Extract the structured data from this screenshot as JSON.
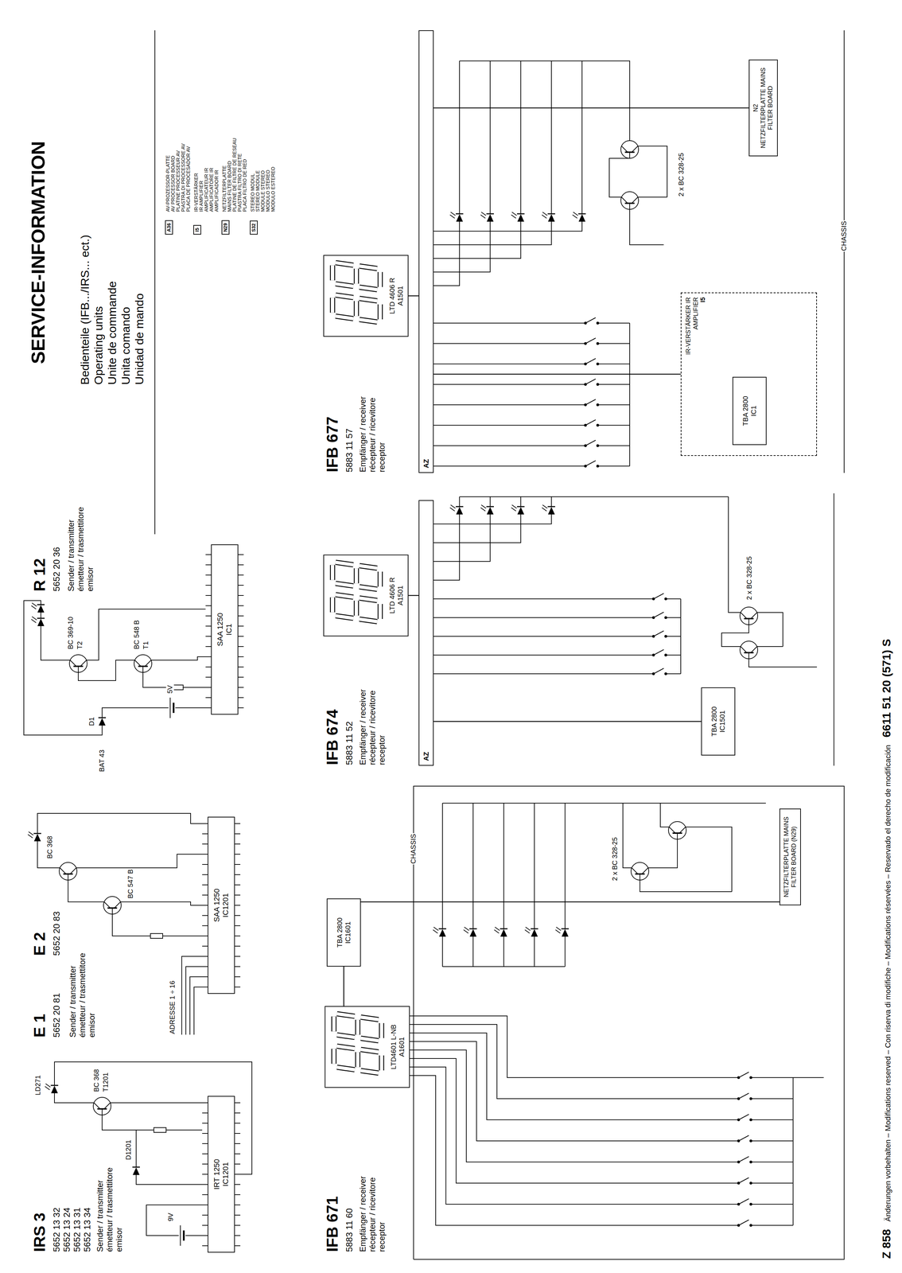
{
  "diagram": {
    "title": "SERVICE-INFORMATION",
    "nodes": [
      {
        "text": [
          "A36"
        ]
      },
      {
        "text": [
          "I5"
        ]
      },
      {
        "text": [
          "N29"
        ]
      },
      {
        "text": [
          "S32"
        ]
      },
      {
        "text": [
          "IRT 1250",
          "IC1201"
        ]
      },
      {
        "text": [
          "SAA 1250",
          "IC1201"
        ]
      },
      {
        "text": [
          "SAA 1250",
          "IC1"
        ]
      },
      {
        "text": [
          "LTD4601 L-NB",
          "A1601"
        ]
      },
      {
        "text": [
          "TBA 2800",
          "IC1601"
        ]
      },
      {
        "text": [
          "NETZFILTERPLATTE MAINS FILTER BOARD (N29)"
        ]
      },
      {
        "text": [
          "LTD 4606 R",
          "A1501"
        ]
      },
      {
        "text": [
          "AZ"
        ]
      },
      {
        "text": [
          "TBA 2800",
          "IC1501"
        ]
      },
      {
        "text": [
          "LTD 4606 R",
          "A1501"
        ]
      },
      {
        "text": [
          "AZ"
        ]
      },
      {
        "text": [
          "IR-VERSTÄRKER IR AMPLIFIER",
          "I5"
        ]
      },
      {
        "text": [
          "TBA 2800",
          "IC1"
        ],
        "in": 15
      },
      {
        "text": [
          "N2",
          "NETZFILTERPLATTE MAINS FILTER BOARD"
        ]
      }
    ],
    "edges": [
      {
        "from": 7,
        "to": 8,
        "arrow": "none"
      },
      {
        "from": 8,
        "to": 9,
        "arrow": "none"
      },
      {
        "from": 10,
        "to": 11,
        "arrow": "none"
      },
      {
        "from": 12,
        "to": 11,
        "arrow": "none"
      },
      {
        "from": 13,
        "to": 14,
        "arrow": "none"
      },
      {
        "from": 15,
        "to": 14,
        "arrow": "none"
      },
      {
        "from": 17,
        "to": 14,
        "arrow": "none"
      }
    ],
    "labels": [
      "Bedienteile (IFB.../IRS... ect.)",
      "Operating units",
      "Unite de commande",
      "Unita comando",
      "Unidad de mando",
      "AV-PROZESSOR-PLATTE",
      "AV PROCESSOR BOARD",
      "PLATINE PROCESSEUR AV",
      "PIASTRA DI PROCESSORE AV",
      "PLACA DE PROCESADOR AV",
      "IR-VERSTÄRKER",
      "IR AMPLIFIER",
      "AMPLIFICATEUR IR",
      "AMPLIFICATORE IR",
      "AMPLIFICADOR IR",
      "NETZFILTERPLATTE",
      "MAINS FILTER BOARD",
      "PLATINE DE FILTRE DE RESEAU",
      "PIASTRA FILTRO DI RETE",
      "PLACA FILTRO DE RED",
      "STEREO MODUL",
      "STEREO MODULE",
      "MODULE STEREO",
      "MODULO STEREO",
      "MODULO ESTEREO",
      "IRS 3",
      "5652 13 32",
      "5652 13 24",
      "5652 13 31",
      "5652 13 34",
      "Sender / transmitter",
      "émetteur / trasmettitore",
      "emisor",
      "9V",
      "BC 368",
      "T1201",
      "D1201",
      "LD271",
      "E 1",
      "5652 20 81",
      "E 2",
      "5652 20 83",
      "Sender / transmitter",
      "émetteur / trasmettitore",
      "emisor",
      "ADRESSE 1 ÷ 16",
      "BC 368",
      "BC 547 B",
      "R 12",
      "5652 20 36",
      "Sender / transmitter",
      "émetteur / trasmettitore",
      "emisor",
      "5V",
      "D1",
      "BAT 43",
      "BC 369-10",
      "T2",
      "BC 548 B",
      "T1",
      "IFB 671",
      "5883 11 60",
      "Empfänger / receiver",
      "récepteur / ricevitore",
      "receptor",
      "CHASSIS",
      "2 x BC 328-25",
      "IFB 674",
      "5883 11 52",
      "Empfänger / receiver",
      "récepteur / ricevitore",
      "receptor",
      "2 x BC 328-25",
      "IFB 677",
      "5883 11 57",
      "Empfänger / receiver",
      "récepteur / ricevitore",
      "receptor",
      "2 x BC 328-25",
      "CHASSIS",
      "Z 858",
      "Änderungen vorbehalten – Modifications reserved – Con riserva di modifiche – Modifications réservées – Reservado el derecho de modificación",
      "6611 51 20 (571) S"
    ]
  }
}
